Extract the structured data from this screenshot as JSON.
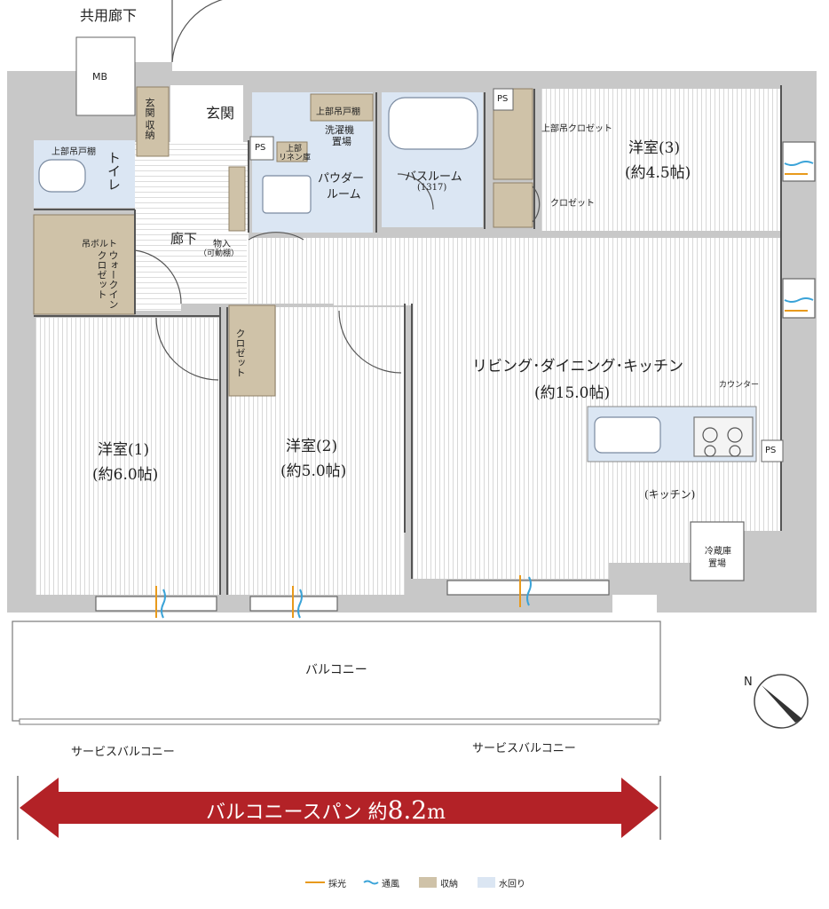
{
  "labels": {
    "common_corridor": "共用廊下",
    "mb": "MB",
    "genkan_storage_1": "玄関",
    "genkan_storage_2": "収納",
    "entrance": "玄関",
    "ps_1": "PS",
    "ps_2": "PS",
    "ps_3": "PS",
    "toilet_upper_cabinet": "上部吊戸棚",
    "toilet": "トイレ",
    "hanging_bolt": "吊ボルト",
    "walk_in_closet": "ウォークインクロゼット",
    "hallway": "廊下",
    "storage_1": "物入",
    "storage_2": "（可動棚）",
    "linen_1": "上部",
    "linen_2": "リネン庫",
    "laundry_upper_cabinet": "上部吊戸棚",
    "washer_1": "洗濯機",
    "washer_2": "置場",
    "powder_1": "パウダー",
    "powder_2": "ルーム",
    "bathroom": "バスルーム",
    "bath_size": "(1317)",
    "upper_closet": "上部吊クロゼット",
    "closet_r3": "クロゼット",
    "room3_name": "洋室(3)",
    "room3_size": "(約4.5帖)",
    "ldk_name": "リビング･ダイニング･キッチン",
    "ldk_size": "(約15.0帖)",
    "counter": "カウンター",
    "kitchen": "(キッチン)",
    "fridge_1": "冷蔵庫",
    "fridge_2": "置場",
    "closet_r2": "クロゼット",
    "room1_name": "洋室(1)",
    "room1_size": "(約6.0帖)",
    "room2_name": "洋室(2)",
    "room2_size": "(約5.0帖)",
    "balcony": "バルコニー",
    "service_balcony_left": "サービスバルコニー",
    "service_balcony_right": "サービスバルコニー",
    "compass_n": "N"
  },
  "span_banner": {
    "prefix": "バルコニースパン 約",
    "value": "8.2",
    "unit": "m"
  },
  "legend": [
    {
      "icon": "daylight-arrow-icon",
      "label": "採光",
      "color": "#e89a1c"
    },
    {
      "icon": "ventilation-icon",
      "label": "通風",
      "color": "#3aa3d8"
    },
    {
      "icon": "storage-swatch-icon",
      "label": "収納",
      "color": "#cfc2a8"
    },
    {
      "icon": "water-area-swatch-icon",
      "label": "水回り",
      "color": "#dbe6f3"
    }
  ],
  "colors": {
    "wall": "#c8c8c8",
    "storage": "#cfc2a8",
    "water": "#dbe6f3",
    "banner": "#b32227",
    "floor_line": "#d9d9d9"
  }
}
